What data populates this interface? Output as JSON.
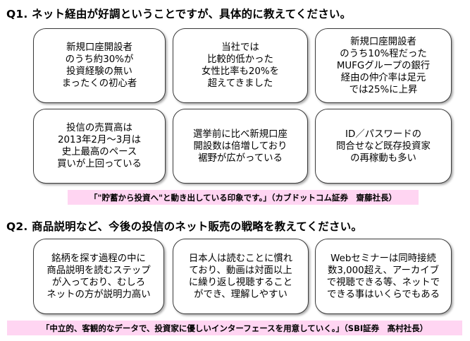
{
  "q1": {
    "title": "Q1.  ネット経由が好調ということですが、具体的に教えてください。",
    "cards": [
      [
        "新規口座開設者",
        "のうち約30%が",
        "投資経験の無い",
        "まったくの初心者"
      ],
      [
        "当社では",
        "比較的低かった",
        "女性比率も20%を",
        "超えてきました"
      ],
      [
        "新規口座開設者",
        "のうち10%程だった",
        "MUFGグループの銀行",
        "経由の仲介率は足元",
        "では25%に上昇"
      ],
      [
        "投信の売買高は",
        "2013年2月～3月は",
        "史上最高のペース",
        "買いが上回っている"
      ],
      [
        "選挙前に比べ新規口座",
        "開設数は倍増しており",
        "裾野が広がっている"
      ],
      [
        "ID／パスワードの",
        "問合せなど既存投資家",
        "の再稼動も多い"
      ]
    ],
    "quote": "「\"貯蓄から投資へ\"と動き出している印象です。」（カブドットコム証券　齋藤社長）"
  },
  "q2": {
    "title": "Q2. 商品説明など、今後の投信のネット販売の戦略を教えてください。",
    "cards": [
      [
        "銘柄を探す過程の中に",
        "商品説明を読むステップ",
        "が入っており、むしろ",
        "ネットの方が説明力高い"
      ],
      [
        "日本人は読むことに慣れ",
        "ており、動画は対面以上",
        "に繰り返し視聴すること",
        "ができ、理解しやすい"
      ],
      [
        "Webセミナーは同時接続",
        "数3,000超え、アーカイブ",
        "で視聴できる等、ネットで",
        "できる事はいくらでもある"
      ]
    ],
    "quote": "「中立的、客観的なデータで、投資家に優しいインターフェースを用意していく。」（SBI証券　髙村社長）"
  }
}
